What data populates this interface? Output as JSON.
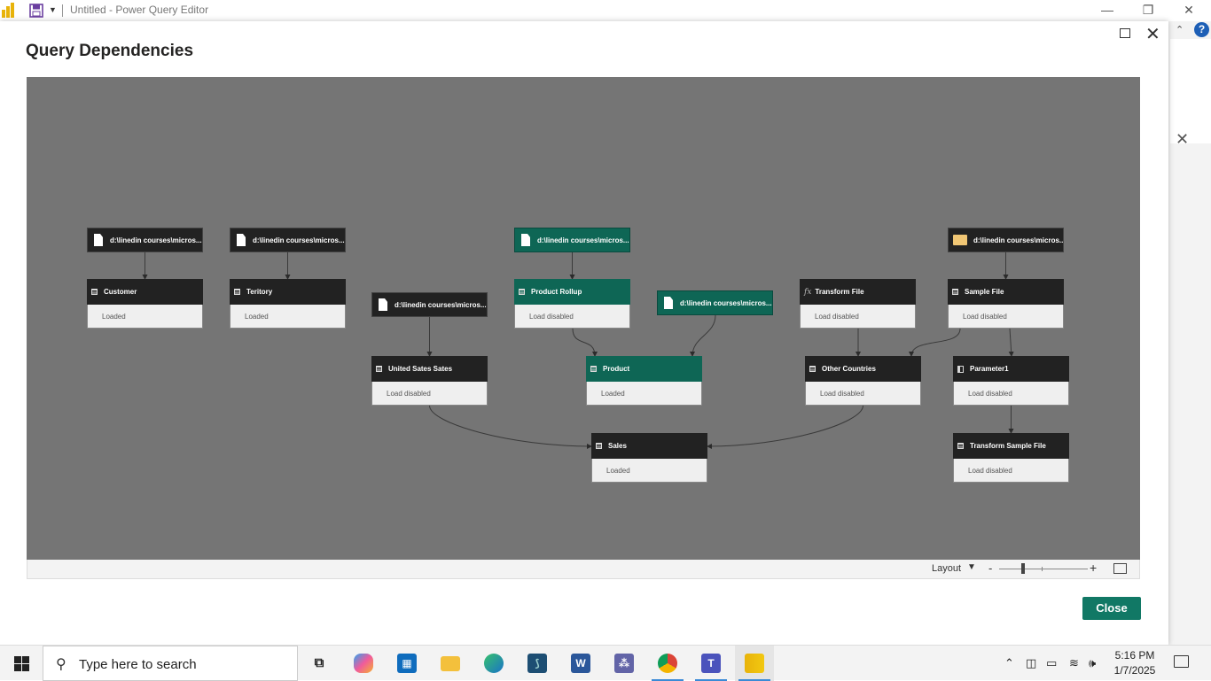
{
  "app": {
    "title": "Untitled - Power Query Editor",
    "minimize": "—",
    "restore": "❐",
    "close": "✕",
    "help": "?",
    "ribbon_collapse": "⌃",
    "pane_close": "✕"
  },
  "dialog": {
    "title": "Query Dependencies",
    "close_button": "Close",
    "max_glyph": "",
    "close_glyph": "✕"
  },
  "nodes": [
    {
      "id": "src1",
      "label": "d:\\linedin courses\\micros...",
      "icon": "document-icon",
      "kind": "source"
    },
    {
      "id": "src2",
      "label": "d:\\linedin courses\\micros...",
      "icon": "document-icon",
      "kind": "source"
    },
    {
      "id": "src3",
      "label": "d:\\linedin courses\\micros...",
      "icon": "document-icon",
      "kind": "source"
    },
    {
      "id": "src4",
      "label": "d:\\linedin courses\\micros...",
      "icon": "document-icon",
      "kind": "source",
      "highlight": true
    },
    {
      "id": "src5",
      "label": "d:\\linedin courses\\micros...",
      "icon": "document-icon",
      "kind": "source",
      "highlight": true
    },
    {
      "id": "src6",
      "label": "d:\\linedin courses\\micros...",
      "icon": "folder-icon",
      "kind": "source"
    },
    {
      "id": "customer",
      "label": "Customer",
      "status": "Loaded",
      "icon": "table-icon"
    },
    {
      "id": "teritory",
      "label": "Teritory",
      "status": "Loaded",
      "icon": "table-icon"
    },
    {
      "id": "product_rollup",
      "label": "Product Rollup",
      "status": "Load disabled",
      "icon": "table-icon",
      "highlight": true
    },
    {
      "id": "transform_file",
      "label": "Transform File",
      "status": "Load disabled",
      "icon": "function-icon"
    },
    {
      "id": "sample_file",
      "label": "Sample File",
      "status": "Load disabled",
      "icon": "table-icon"
    },
    {
      "id": "united_states_sales",
      "label": "United Sates Sates",
      "status": "Load disabled",
      "icon": "table-icon"
    },
    {
      "id": "product",
      "label": "Product",
      "status": "Loaded",
      "icon": "table-icon",
      "highlight": true
    },
    {
      "id": "other_countries",
      "label": "Other Countries",
      "status": "Load disabled",
      "icon": "table-icon"
    },
    {
      "id": "parameter1",
      "label": "Parameter1",
      "status": "Load disabled",
      "icon": "parameter-icon"
    },
    {
      "id": "sales",
      "label": "Sales",
      "status": "Loaded",
      "icon": "table-icon"
    },
    {
      "id": "transform_sample_file",
      "label": "Transform Sample File",
      "status": "Load disabled",
      "icon": "table-icon"
    }
  ],
  "edges": [
    [
      "src1",
      "customer"
    ],
    [
      "src2",
      "teritory"
    ],
    [
      "src3",
      "united_states_sales"
    ],
    [
      "src4",
      "product_rollup"
    ],
    [
      "product_rollup",
      "product"
    ],
    [
      "src5",
      "product"
    ],
    [
      "src6",
      "sample_file"
    ],
    [
      "transform_file",
      "other_countries"
    ],
    [
      "sample_file",
      "other_countries"
    ],
    [
      "sample_file",
      "parameter1"
    ],
    [
      "parameter1",
      "transform_sample_file"
    ],
    [
      "united_states_sales",
      "sales"
    ],
    [
      "other_countries",
      "sales"
    ]
  ],
  "toolbar": {
    "layout_label": "Layout",
    "layout_caret": "▼",
    "zoom_minus": "-",
    "zoom_plus": "+",
    "zoom_level": 0.27
  },
  "colors": {
    "node_header": "#222222",
    "node_highlight": "#0e6655",
    "canvas": "#757575",
    "close_button": "#117865"
  },
  "taskbar": {
    "search_placeholder": "Type here to search",
    "time": "5:16 PM",
    "date": "1/7/2025",
    "apps": [
      "task-view-icon",
      "copilot-icon",
      "store-icon",
      "file-explorer-icon",
      "edge-icon",
      "mysql-workbench-icon",
      "word-icon",
      "teams-icon",
      "chrome-icon",
      "teams-work-icon",
      "power-bi-icon"
    ]
  }
}
